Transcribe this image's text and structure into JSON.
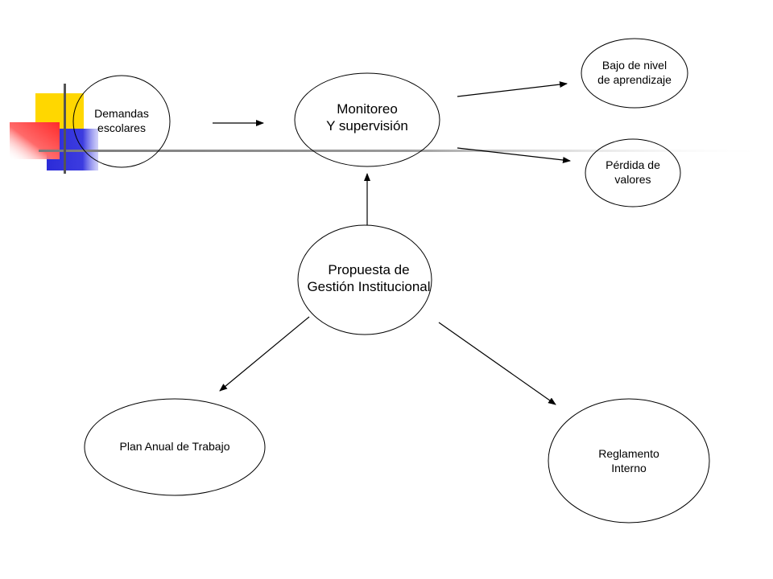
{
  "diagram": {
    "nodes": {
      "demandas": {
        "lines": [
          "Demandas",
          "escolares"
        ]
      },
      "monitoreo": {
        "lines": [
          "Monitoreo",
          "Y supervisión"
        ]
      },
      "bajo_nivel": {
        "lines": [
          "Bajo de nivel",
          "de aprendizaje"
        ]
      },
      "perdida": {
        "lines": [
          "Pérdida de",
          "valores"
        ]
      },
      "propuesta": {
        "lines": [
          "Propuesta de",
          "Gestión Institucional"
        ]
      },
      "plan": {
        "lines": [
          "Plan Anual de Trabajo"
        ]
      },
      "reglamento": {
        "lines": [
          "Reglamento",
          "Interno"
        ]
      }
    },
    "edges": [
      {
        "from": "demandas",
        "to": "monitoreo"
      },
      {
        "from": "monitoreo",
        "to": "bajo_nivel"
      },
      {
        "from": "monitoreo",
        "to": "perdida"
      },
      {
        "from": "propuesta",
        "to": "monitoreo"
      },
      {
        "from": "propuesta",
        "to": "plan"
      },
      {
        "from": "propuesta",
        "to": "reglamento"
      }
    ],
    "colors": {
      "yellow": "#FFD700",
      "blue": "#2B2BD8",
      "red": "#FF3A3A",
      "stroke": "#000000"
    }
  }
}
